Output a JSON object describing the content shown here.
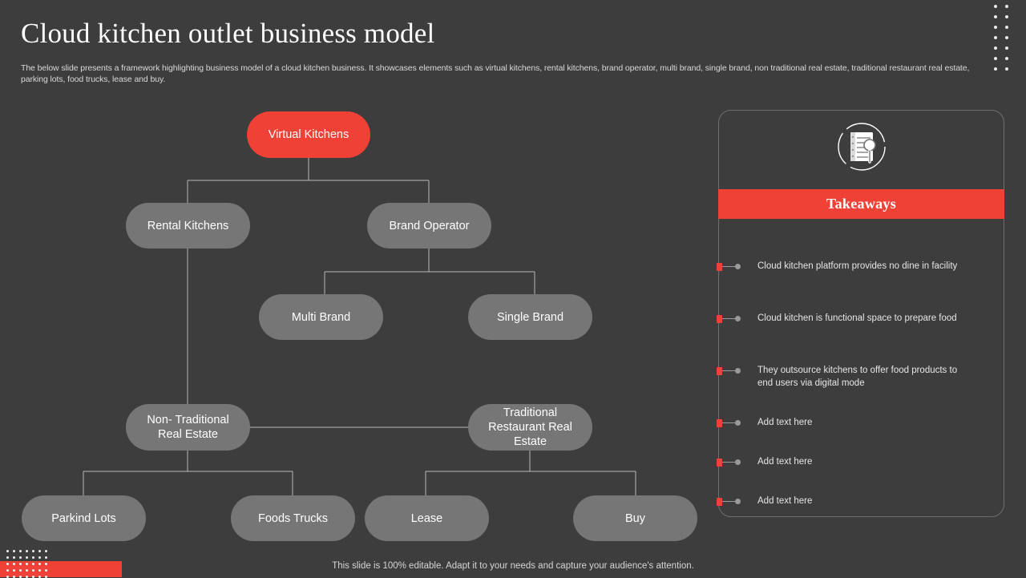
{
  "header": {
    "title": "Cloud kitchen outlet business model",
    "subtitle": "The below slide presents a framework highlighting business model of a cloud kitchen business. It showcases elements such as virtual kitchens, rental kitchens, brand operator, multi brand, single brand, non traditional real estate, traditional restaurant real estate, parking lots, food trucks, lease and buy."
  },
  "colors": {
    "background": "#3d3d3d",
    "accent_red": "#ef4136",
    "node_gray": "#767676",
    "text_light": "#ffffff"
  },
  "flowchart": {
    "nodes": [
      {
        "id": "virtual-kitchens",
        "label": "Virtual Kitchens"
      },
      {
        "id": "rental-kitchens",
        "label": "Rental Kitchens"
      },
      {
        "id": "brand-operator",
        "label": "Brand Operator"
      },
      {
        "id": "multi-brand",
        "label": "Multi Brand"
      },
      {
        "id": "single-brand",
        "label": "Single Brand"
      },
      {
        "id": "non-traditional-real-estate",
        "label": "Non- Traditional Real Estate"
      },
      {
        "id": "traditional-restaurant-real-estate",
        "label": "Traditional Restaurant Real Estate"
      },
      {
        "id": "parking-lots",
        "label": "Parkind Lots"
      },
      {
        "id": "foods-trucks",
        "label": "Foods Trucks"
      },
      {
        "id": "lease",
        "label": "Lease"
      },
      {
        "id": "buy",
        "label": "Buy"
      }
    ]
  },
  "takeaways": {
    "icon": "notebook-magnifier-icon",
    "banner_label": "Takeaways",
    "items": [
      {
        "text": "Cloud kitchen platform provides no dine in facility"
      },
      {
        "text": "Cloud kitchen is functional space to prepare food"
      },
      {
        "text": "They outsource kitchens to offer food products to end users via digital mode"
      },
      {
        "text": "Add text here"
      },
      {
        "text": "Add text here"
      },
      {
        "text": "Add text here"
      }
    ]
  },
  "footer": {
    "note": "This slide is 100% editable. Adapt it to your needs and capture your audience's attention."
  }
}
